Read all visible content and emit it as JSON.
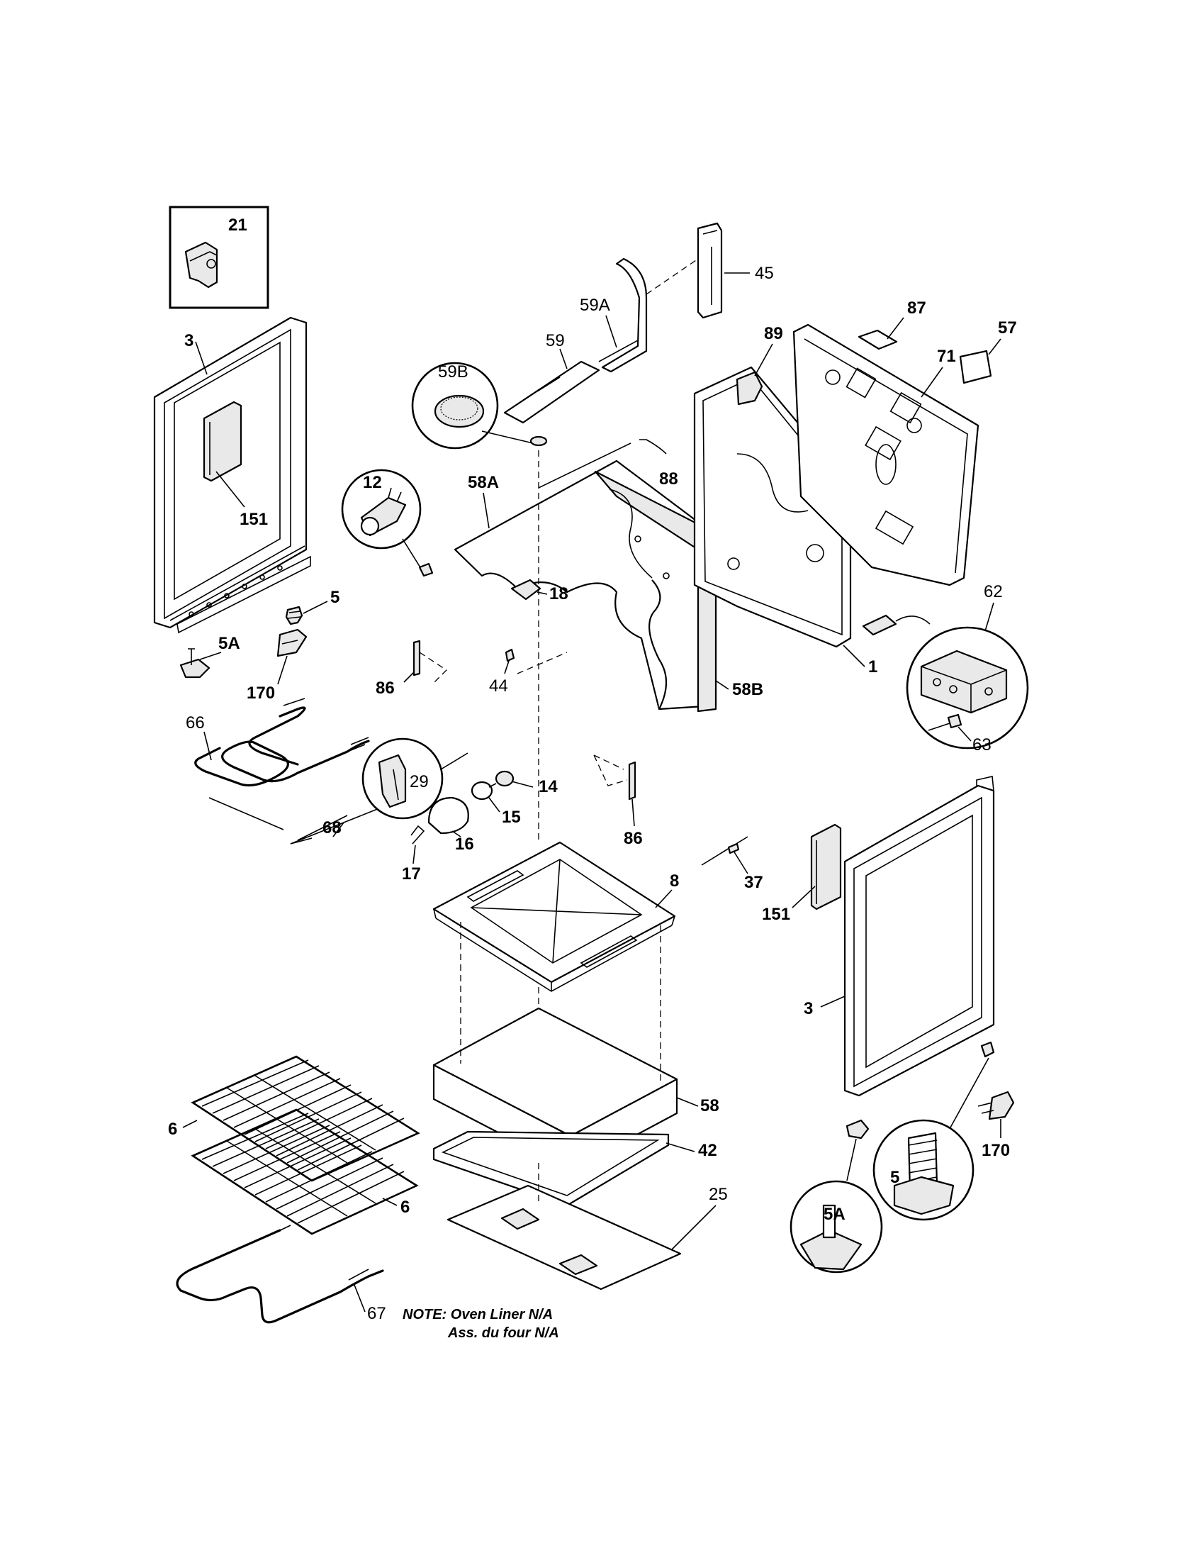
{
  "diagram": {
    "labels": {
      "p21": "21",
      "p3a": "3",
      "p151a": "151",
      "p5a": "5",
      "p5aa": "5A",
      "p170a": "170",
      "p66": "66",
      "p68": "68",
      "p12": "12",
      "p58a": "58A",
      "p18": "18",
      "p86a": "86",
      "p44": "44",
      "p58b": "58B",
      "p59b": "59B",
      "p59": "59",
      "p59a": "59A",
      "p45": "45",
      "p88": "88",
      "p89": "89",
      "p87": "87",
      "p71": "71",
      "p57": "57",
      "p1": "1",
      "p62": "62",
      "p63": "63",
      "p29": "29",
      "p14": "14",
      "p15": "15",
      "p16": "16",
      "p17": "17",
      "p86b": "86",
      "p37": "37",
      "p8": "8",
      "p151b": "151",
      "p3b": "3",
      "p58": "58",
      "p42": "42",
      "p25": "25",
      "p6a": "6",
      "p6b": "6",
      "p67": "67",
      "p5ab": "5A",
      "p5b": "5",
      "p170b": "170"
    },
    "note": {
      "line1": "NOTE: Oven Liner N/A",
      "line2": "Ass. du four N/A"
    }
  }
}
